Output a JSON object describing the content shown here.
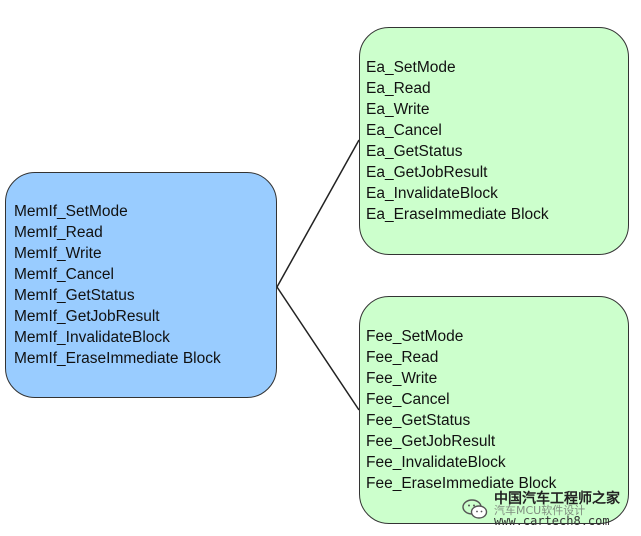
{
  "colors": {
    "memif_fill": "#99CCFF",
    "ea_fill": "#CCFFCC",
    "fee_fill": "#CCFFCC",
    "border": "#333333",
    "connector": "#222222"
  },
  "memif": {
    "items": [
      "MemIf_SetMode",
      "MemIf_Read",
      "MemIf_Write",
      "MemIf_Cancel",
      "MemIf_GetStatus",
      "MemIf_GetJobResult",
      "MemIf_InvalidateBlock",
      "MemIf_EraseImmediate Block"
    ]
  },
  "ea": {
    "items": [
      "Ea_SetMode",
      "Ea_Read",
      "Ea_Write",
      "Ea_Cancel",
      "Ea_GetStatus",
      "Ea_GetJobResult",
      "Ea_InvalidateBlock",
      "Ea_EraseImmediate Block"
    ]
  },
  "fee": {
    "items": [
      "Fee_SetMode",
      "Fee_Read",
      "Fee_Write",
      "Fee_Cancel",
      "Fee_GetStatus",
      "Fee_GetJobResult",
      "Fee_InvalidateBlock",
      "Fee_EraseImmediate Block"
    ]
  },
  "watermark": {
    "title": "中国汽车工程师之家",
    "subtitle": "汽车MCU软件设计",
    "url": "www.cartech8.com",
    "icon": "wechat-icon"
  }
}
